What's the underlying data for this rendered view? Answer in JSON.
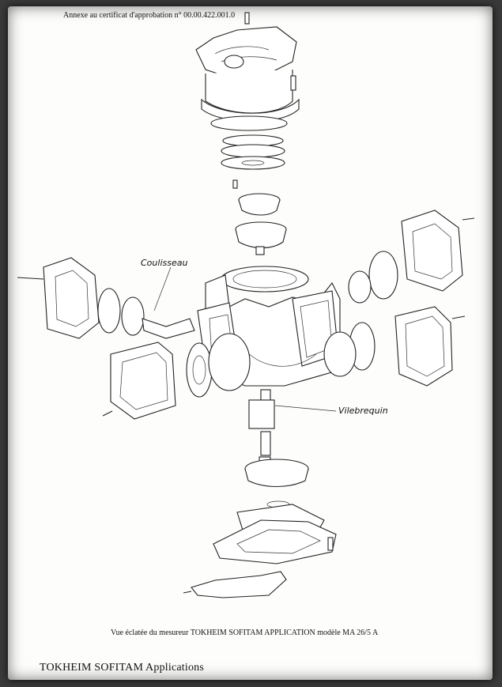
{
  "document": {
    "header": "Annexe au certificat d'approbation n° 00.00.422.001.0",
    "caption": "Vue éclatée du mesureur TOKHEIM SOFITAM APPLICATION modèle MA 26/5 A",
    "footer": "TOKHEIM SOFITAM Applications"
  },
  "labels": {
    "coulisseau": "Coulisseau",
    "vilebrequin": "Vilebrequin"
  }
}
